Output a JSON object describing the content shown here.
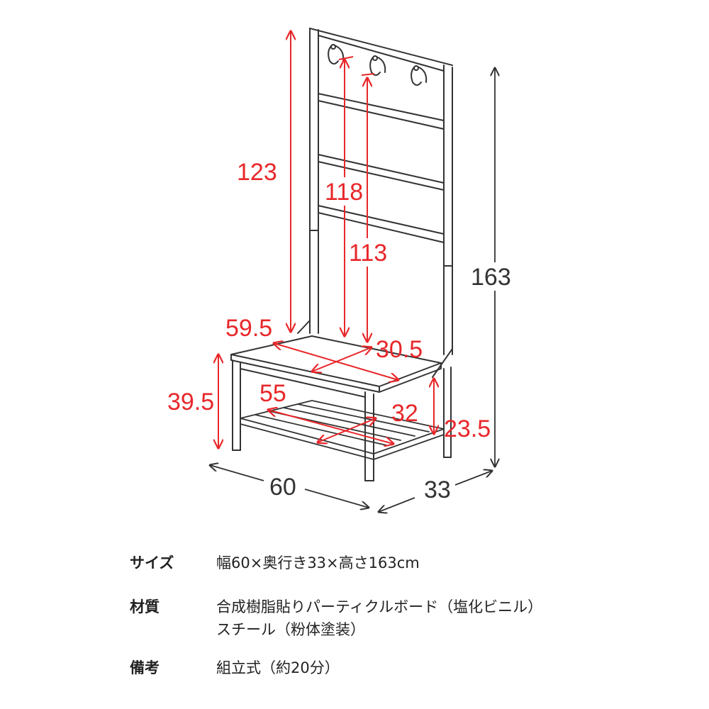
{
  "dimensions": {
    "total_height": "163",
    "hook_height_outer": "123",
    "hook_height_mid": "118",
    "hook_height_inner": "113",
    "seat_width": "59.5",
    "seat_depth": "30.5",
    "seat_height": "39.5",
    "shelf_width": "55",
    "shelf_depth": "32",
    "shelf_height": "23.5",
    "total_width": "60",
    "total_depth": "33"
  },
  "specs": {
    "size_label": "サイズ",
    "size_value": "幅60×奥行き33×高さ163cm",
    "material_label": "材質",
    "material_values": [
      "合成樹脂貼りパーティクルボード（塩化ビニル）",
      "スチール（粉体塗装）"
    ],
    "note_label": "備考",
    "note_value": "組立式（約20分）"
  },
  "colors": {
    "dimension_red": "#e8272a",
    "line_dark": "#333333"
  }
}
